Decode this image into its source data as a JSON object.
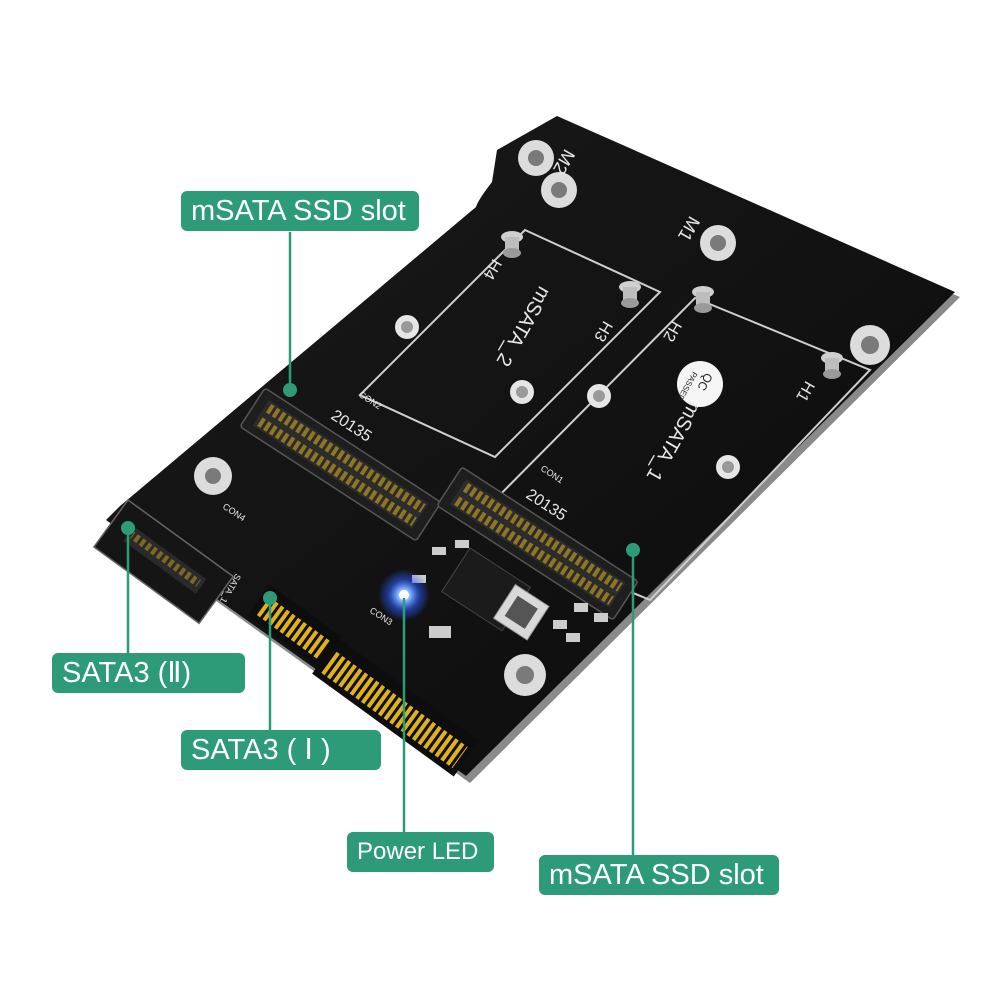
{
  "callouts": {
    "top_slot": "mSATA SSD slot",
    "sata2": "SATA3 (Ⅱ)",
    "sata1": "SATA3 ( Ⅰ )",
    "power_led": "Power LED",
    "bottom_slot": "mSATA SSD slot"
  },
  "board_markings": {
    "m2": "M2",
    "m1": "M1",
    "h4": "H4",
    "h3": "H3",
    "h2": "H2",
    "h1": "H1",
    "msata2": "mSATA_2",
    "msata1": "mSATA_1",
    "con2": "CON2",
    "con1": "CON1",
    "con4": "CON4",
    "con3": "CON3",
    "sata1_mark": "SATA_1",
    "qc": "QC",
    "passed": "PASSED",
    "connector_code": "20135"
  },
  "colors": {
    "callout_bg": "#2e9b78",
    "callout_text": "#ffffff",
    "pcb": "#111111",
    "gold": "#e0b21a",
    "led": "#3f7bff"
  }
}
